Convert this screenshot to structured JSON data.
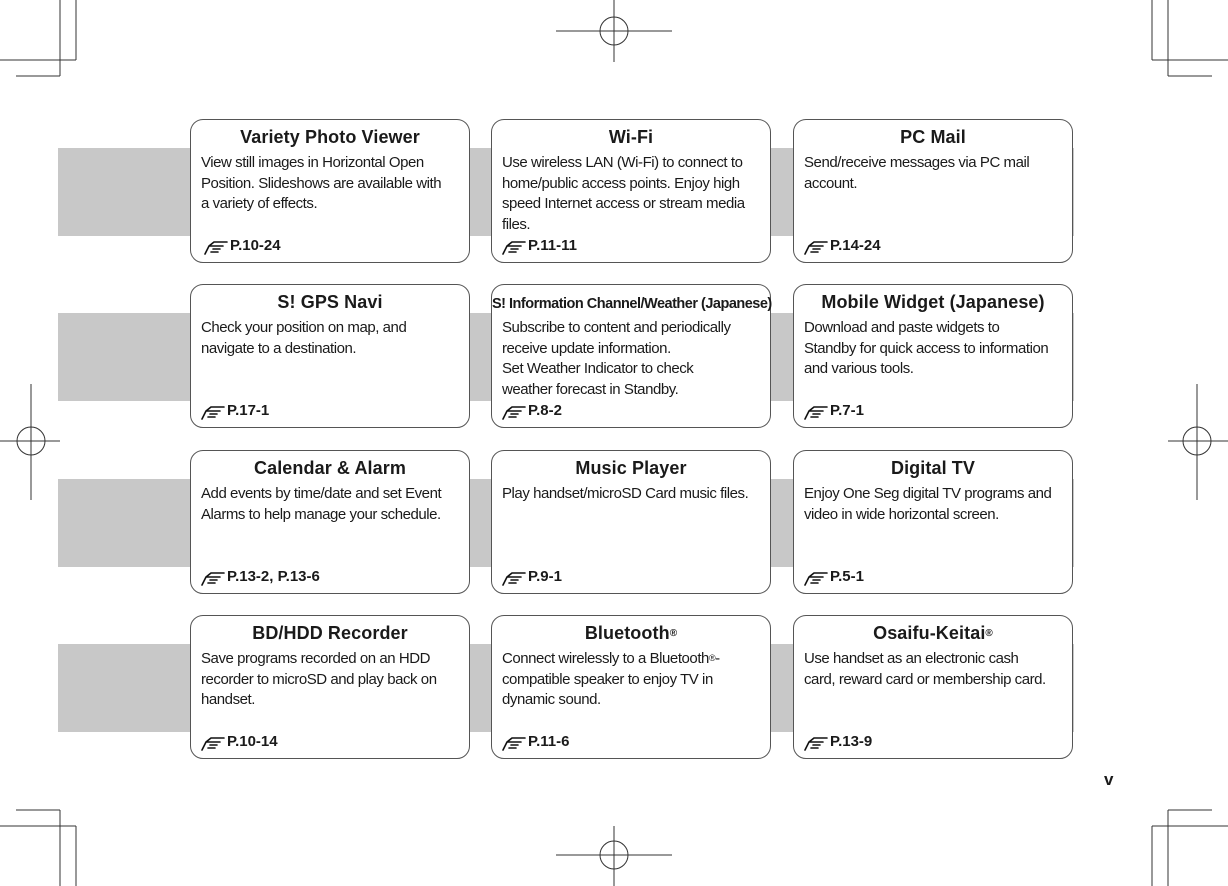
{
  "page": {
    "page_number": "v"
  },
  "cards": [
    {
      "title": "Variety Photo Viewer",
      "lines": [
        "View still images in Horizontal Open",
        "Position. Slideshows are available with",
        "a variety of effects."
      ],
      "ref": "P.10-24"
    },
    {
      "title": "Wi-Fi",
      "lines": [
        "Use wireless LAN (Wi-Fi) to connect to",
        "home/public access points. Enjoy high",
        "speed Internet access or stream media",
        "files."
      ],
      "ref": "P.11-11"
    },
    {
      "title": "PC Mail",
      "lines": [
        "Send/receive messages via PC mail",
        "account."
      ],
      "ref": "P.14-24"
    },
    {
      "title": "S! GPS Navi",
      "lines": [
        "Check your position on map, and",
        "navigate to a destination."
      ],
      "ref": "P.17-1"
    },
    {
      "title": "S! Information Channel/Weather (Japanese)",
      "lines": [
        "Subscribe to content and periodically",
        "receive update information.",
        "Set Weather Indicator to check",
        "weather forecast in Standby."
      ],
      "ref": "P.8-2"
    },
    {
      "title": "Mobile Widget (Japanese)",
      "lines": [
        "Download and paste widgets to",
        "Standby for quick access to information",
        "and various tools."
      ],
      "ref": "P.7-1"
    },
    {
      "title": "Calendar & Alarm",
      "lines": [
        "Add events by time/date and set Event",
        "Alarms to help manage your schedule."
      ],
      "ref": "P.13-2, P.13-6"
    },
    {
      "title": "Music Player",
      "lines": [
        "Play handset/microSD Card music files."
      ],
      "ref": "P.9-1"
    },
    {
      "title": "Digital TV",
      "lines": [
        "Enjoy One Seg digital TV programs and",
        "video in wide horizontal screen."
      ],
      "ref": "P.5-1"
    },
    {
      "title": "BD/HDD Recorder",
      "lines": [
        "Save programs recorded on an HDD",
        "recorder to microSD and play back on",
        "handset."
      ],
      "ref": "P.10-14"
    },
    {
      "title": "Bluetooth",
      "title_mark": "®",
      "lines": [
        "Connect wirelessly to a Bluetooth",
        "compatible speaker to enjoy TV in",
        "dynamic sound."
      ],
      "line_mark": "®",
      "line_mark_suffix": "-",
      "ref": "P.11-6"
    },
    {
      "title": "Osaifu-Keitai",
      "title_mark": "®",
      "lines": [
        "Use handset as an electronic cash",
        "card, reward card or membership card."
      ],
      "ref": "P.13-9"
    }
  ]
}
